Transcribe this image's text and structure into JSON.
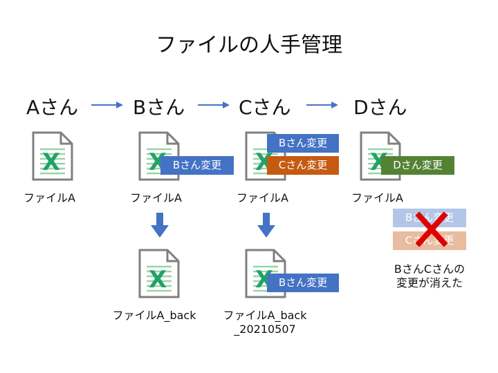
{
  "title": "ファイルの人手管理",
  "colors": {
    "arrow": "#4472C4",
    "tag_b": "#4472C4",
    "tag_c": "#C55A11",
    "tag_d": "#548235",
    "excel_green": "#21A366",
    "cross": "#E00000"
  },
  "people": [
    "Aさん",
    "Bさん",
    "Cさん",
    "Dさん"
  ],
  "files": {
    "a": "ファイルA",
    "b": "ファイルA",
    "c": "ファイルA",
    "d": "ファイルA",
    "back1": "ファイルA_back",
    "back2_line1": "ファイルA_back",
    "back2_line2": "_20210507"
  },
  "tags": {
    "b_on_b": "Bさん変更",
    "b_on_c": "Bさん変更",
    "c_on_c": "Cさん変更",
    "d_on_d": "Dさん変更",
    "b_on_back2": "Bさん変更",
    "lost_b": "Bさん変更",
    "lost_c": "Cさん変更"
  },
  "caption": {
    "line1": "BさんCさんの",
    "line2": "変更が消えた"
  },
  "icons": {
    "file": "excel-file-icon",
    "arrow_right": "arrow-right-icon",
    "arrow_down": "arrow-down-icon",
    "cross": "cross-icon"
  }
}
